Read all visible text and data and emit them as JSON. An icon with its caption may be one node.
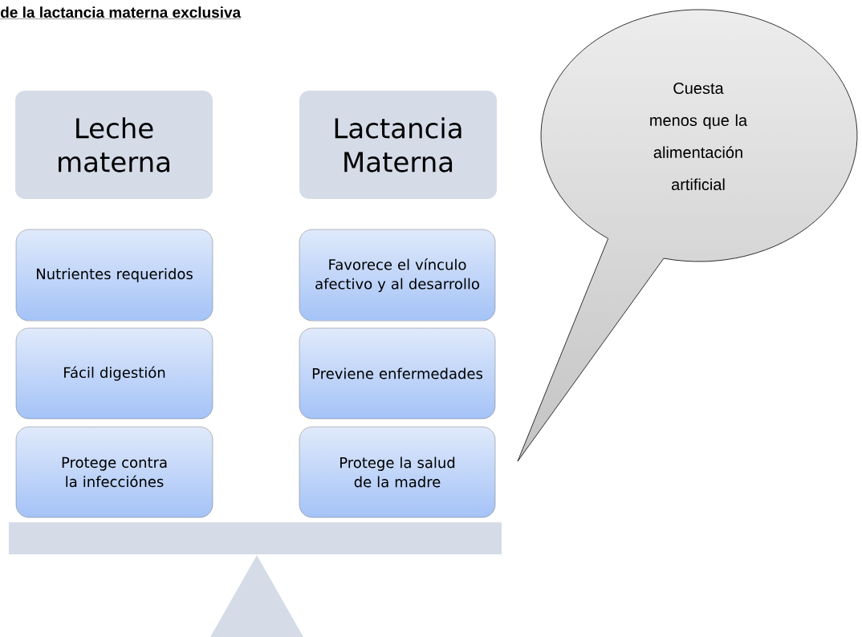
{
  "diagram": {
    "title": "de la lactancia materna exclusiva",
    "nodes": [
      {
        "text": [
          "Leche materna"
        ]
      },
      {
        "text": [
          "Lactancia Materna"
        ]
      },
      {
        "text": [
          "Nutrientes requeridos"
        ]
      },
      {
        "text": [
          "Fácil digestión"
        ]
      },
      {
        "text": [
          "Protege contra la infecciónes"
        ]
      },
      {
        "text": [
          "Favorece el vínculo afectivo y al desarrollo"
        ]
      },
      {
        "text": [
          "Previene enfermedades"
        ]
      },
      {
        "text": [
          "Protege la salud de la madre"
        ]
      },
      {
        "text": [
          "Cuesta menos que la alimentación artificial"
        ]
      }
    ]
  }
}
